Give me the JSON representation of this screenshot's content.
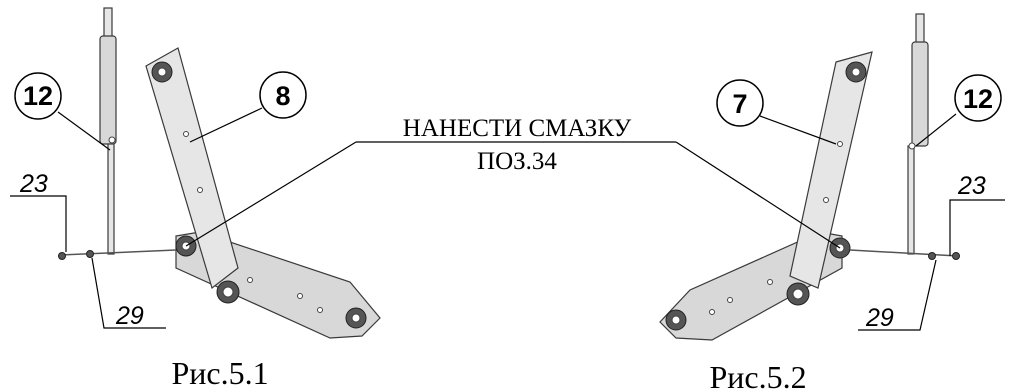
{
  "figures": {
    "left": {
      "caption": "Рис.5.1",
      "labels": {
        "strut": "12",
        "bracket": "8",
        "pin_a": "23",
        "pin_b": "29"
      }
    },
    "right": {
      "caption": "Рис.5.2",
      "labels": {
        "strut": "12",
        "bracket": "7",
        "pin_a": "23",
        "pin_b": "29"
      }
    }
  },
  "note": {
    "line1": "НАНЕСТИ СМАЗКУ",
    "line2": "ПОЗ.34"
  }
}
